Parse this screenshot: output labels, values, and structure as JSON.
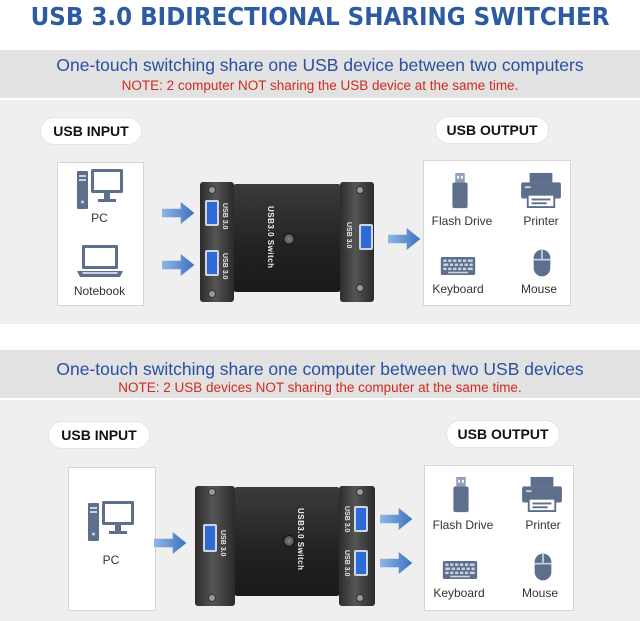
{
  "title": "USB 3.0 BIDIRECTIONAL SHARING SWITCHER",
  "colors": {
    "title": "#2c5aa3",
    "note": "#d12b1f",
    "arrow": "#4a7fc6",
    "port": "#2f6bd6"
  },
  "section1": {
    "headline": "One-touch switching share one USB device between two computers",
    "note": "NOTE: 2 computer NOT sharing the USB device at the same time.",
    "input_label": "USB INPUT",
    "output_label": "USB OUTPUT",
    "inputs": [
      {
        "icon": "pc-tower-monitor-icon",
        "label": "PC"
      },
      {
        "icon": "laptop-icon",
        "label": "Notebook"
      }
    ],
    "switch_text": "USB3.0 Switch",
    "port_text": "USB 3.0",
    "outputs": [
      {
        "icon": "flash-drive-icon",
        "label": "Flash Drive"
      },
      {
        "icon": "printer-icon",
        "label": "Printer"
      },
      {
        "icon": "keyboard-icon",
        "label": "Keyboard"
      },
      {
        "icon": "mouse-icon",
        "label": "Mouse"
      }
    ]
  },
  "section2": {
    "headline": "One-touch switching share one computer between two USB devices",
    "note": "NOTE: 2 USB devices NOT sharing the computer at the same time.",
    "input_label": "USB INPUT",
    "output_label": "USB OUTPUT",
    "inputs": [
      {
        "icon": "pc-tower-monitor-icon",
        "label": "PC"
      }
    ],
    "switch_text": "USB3.0 Switch",
    "port_text": "USB 3.0",
    "outputs": [
      {
        "icon": "flash-drive-icon",
        "label": "Flash Drive"
      },
      {
        "icon": "printer-icon",
        "label": "Printer"
      },
      {
        "icon": "keyboard-icon",
        "label": "Keyboard"
      },
      {
        "icon": "mouse-icon",
        "label": "Mouse"
      }
    ]
  }
}
